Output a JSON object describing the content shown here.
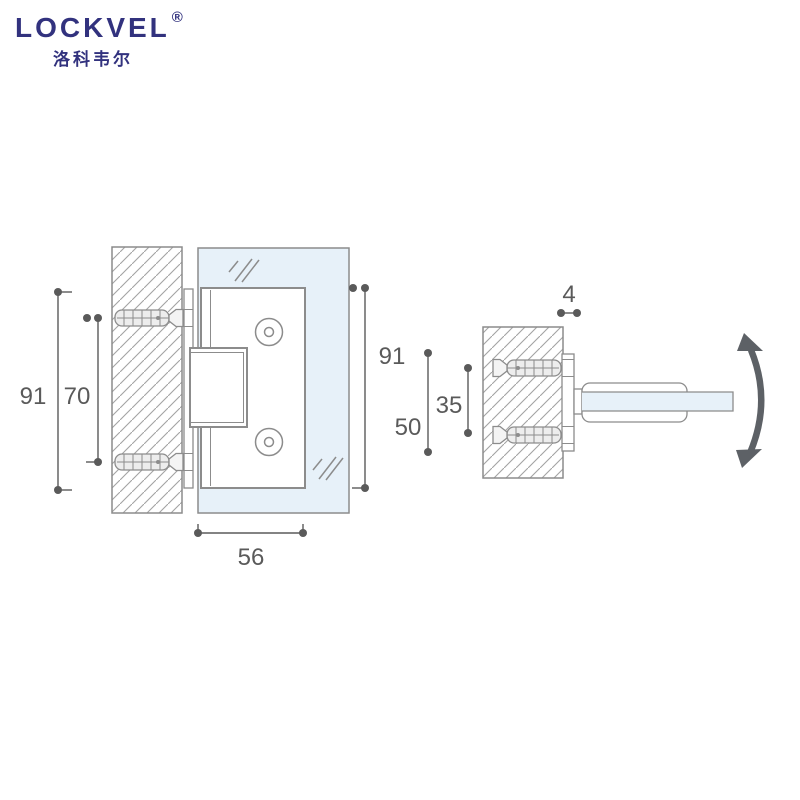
{
  "brand": {
    "name": "LOCKVEL",
    "registered_mark": "®",
    "chinese_name": "洛科韦尔",
    "color": "#32327e"
  },
  "drawing": {
    "type": "technical-drawing",
    "subject": "glass-door-hinge-wall-mount",
    "front": {
      "overall_height": "91",
      "screw_spacing": "70",
      "glass_height": "91",
      "plate_width": "56"
    },
    "side": {
      "plate_thickness": "4",
      "screw_spacing": "35",
      "plate_height": "50"
    },
    "icons": {
      "glass_symbol": "double-slash-glass-mark",
      "rotation": "curved-double-arrow"
    },
    "colors": {
      "outline": "#8c8c8c",
      "dimension": "#5a5a5a",
      "glass_fill": "#e7f1f9",
      "arrow": "#5d6166"
    }
  }
}
